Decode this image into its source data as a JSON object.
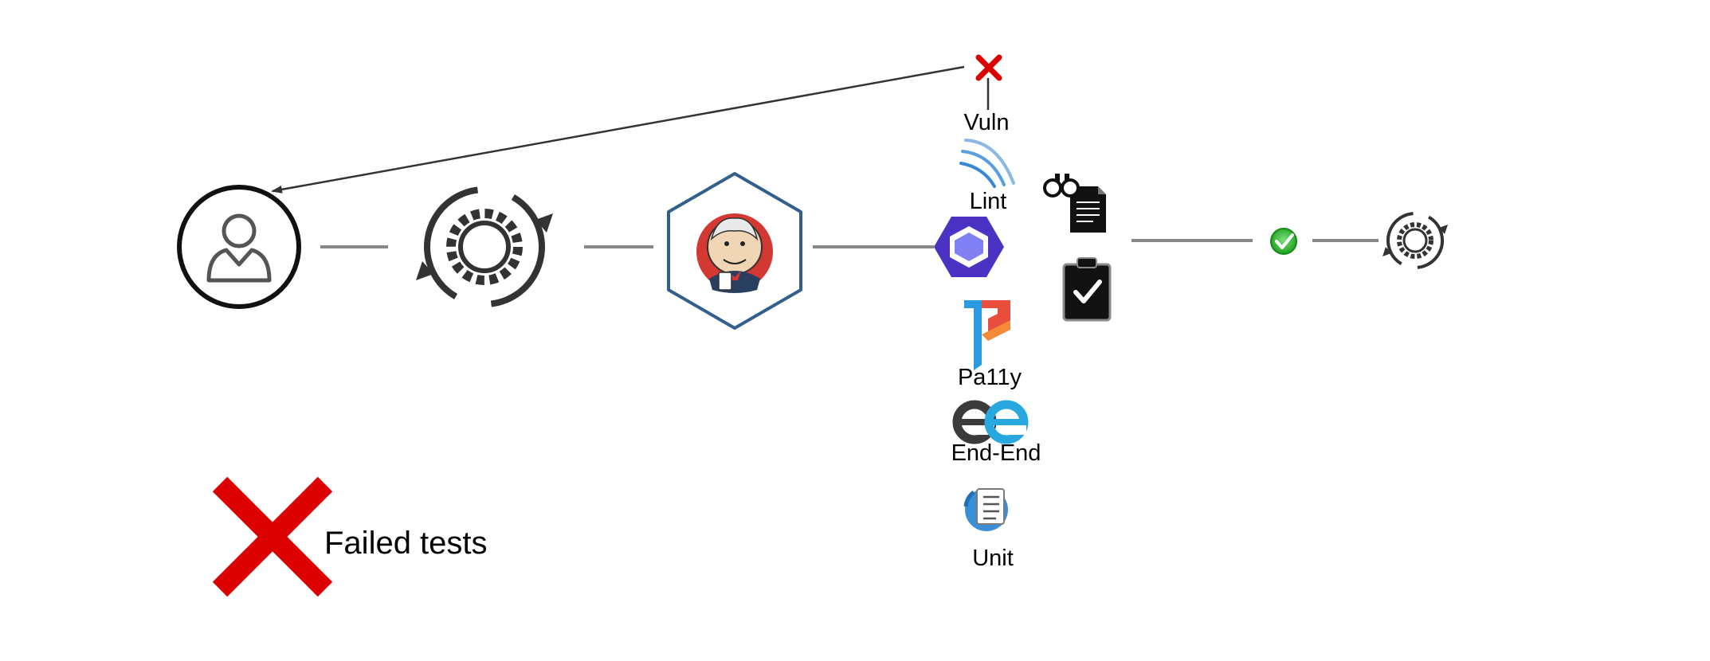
{
  "diagram": {
    "stages": [
      {
        "id": "developer",
        "icon": "user-icon"
      },
      {
        "id": "ci-cycle",
        "icon": "gear-cycle-icon"
      },
      {
        "id": "jenkins",
        "icon": "jenkins-butler-icon"
      },
      {
        "id": "deploy-cycle",
        "icon": "small-gear-cycle-icon"
      }
    ],
    "tests": [
      {
        "label": "Vuln",
        "icon": "wifi-signal-icon"
      },
      {
        "label": "Lint",
        "icon": "eslint-hexagon-icon"
      },
      {
        "label": "Pa11y",
        "icon": "pa11y-logo-icon"
      },
      {
        "label": "End-End",
        "icon": "ee-logo-icon"
      },
      {
        "label": "Unit",
        "icon": "unit-checklist-icon"
      }
    ],
    "review_icons": [
      "inspect-document-icon",
      "clipboard-check-icon"
    ],
    "pass_icon": "green-check-icon",
    "fail_icon": "red-x-icon",
    "legend": {
      "label": "Failed tests",
      "icon": "large-red-x-icon"
    },
    "colors": {
      "line": "#888888",
      "arrow": "#333333",
      "fail": "#dd0000",
      "pass": "#22b14c",
      "jenkins_border": "#335f8c",
      "eslint": "#4b32c3",
      "pa11y_blue": "#2c9ae0",
      "pa11y_red": "#e84e3b"
    }
  }
}
